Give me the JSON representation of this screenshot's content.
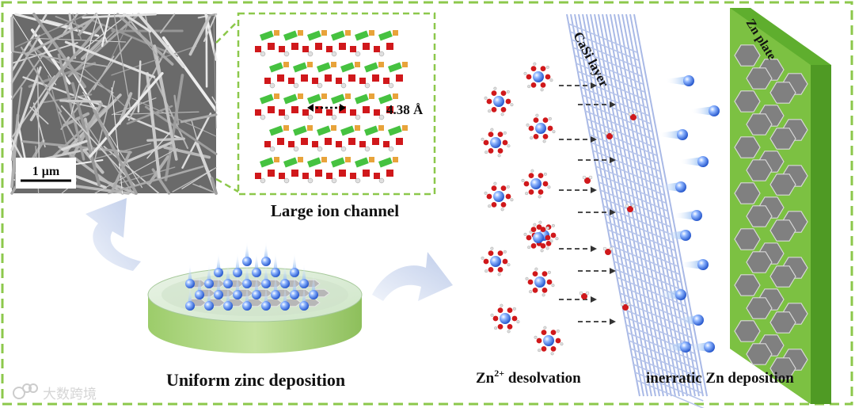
{
  "figure": {
    "scale_bar_label": "1 μm",
    "pore_size_label": "4.38 Å",
    "ion_channel_caption": "Large ion channel",
    "uniform_caption": "Uniform zinc deposition",
    "layer_label": "CaSi layer",
    "plate_label": "Zn plate",
    "desolvation_caption_base": "Zn",
    "desolvation_caption_sup": "2+",
    "desolvation_caption_rest": " desolvation",
    "deposition_caption": "inerratic Zn deposition",
    "watermark_text": "大数跨境"
  },
  "colors": {
    "dashed_border": "#8cc84b",
    "plate_green": "#7cc142",
    "plate_gray": "#808080",
    "mesh_blue": "#a9b9e6",
    "zn_ion_blue": "#2f6fe0",
    "oxygen_red": "#d0181b",
    "silicon_orange": "#e8a33a",
    "calcium_green": "#46c240",
    "arrow_light_blue": "#c9d6ee"
  }
}
